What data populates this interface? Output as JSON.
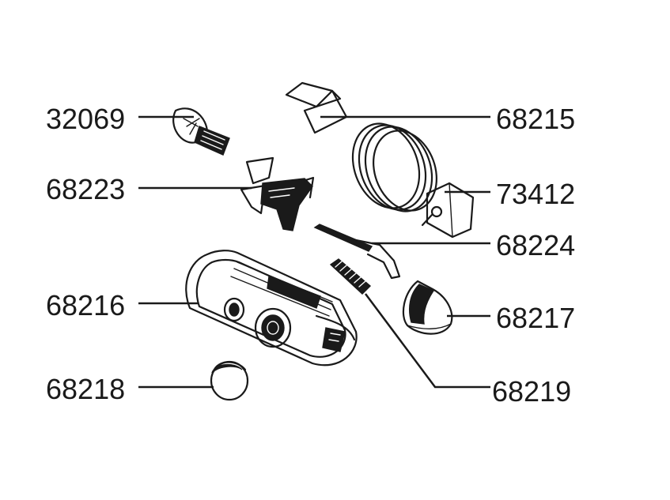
{
  "parts": [
    {
      "id": "bulb",
      "number": "32069",
      "icon": "light-bulb-icon"
    },
    {
      "id": "reflector-clip",
      "number": "68215",
      "icon": "clip-icon"
    },
    {
      "id": "bulb-socket",
      "number": "68223",
      "icon": "socket-icon"
    },
    {
      "id": "cable-coil",
      "number": "73412",
      "icon": "coil-icon"
    },
    {
      "id": "contact-strip",
      "number": "68224",
      "icon": "contact-icon"
    },
    {
      "id": "lamp-housing",
      "number": "68216",
      "icon": "housing-icon"
    },
    {
      "id": "lens-cover",
      "number": "68217",
      "icon": "lens-icon"
    },
    {
      "id": "switch-button",
      "number": "68218",
      "icon": "button-icon"
    },
    {
      "id": "spring",
      "number": "68219",
      "icon": "spring-icon"
    }
  ]
}
